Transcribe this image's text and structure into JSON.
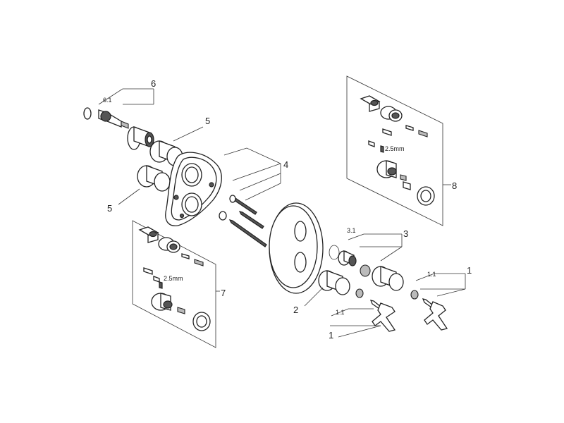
{
  "callouts": {
    "c1_right": "1",
    "c1_left": "1",
    "c1_1_right": "1.1",
    "c1_1_left": "1.1",
    "c2": "2",
    "c3": "3",
    "c3_1": "3.1",
    "c4": "4",
    "c5_top": "5",
    "c5_left": "5",
    "c6": "6",
    "c6_1": "6.1",
    "c7": "7",
    "c8": "8",
    "hex_tl": "2.5mm",
    "hex_tr": "2.5mm"
  }
}
